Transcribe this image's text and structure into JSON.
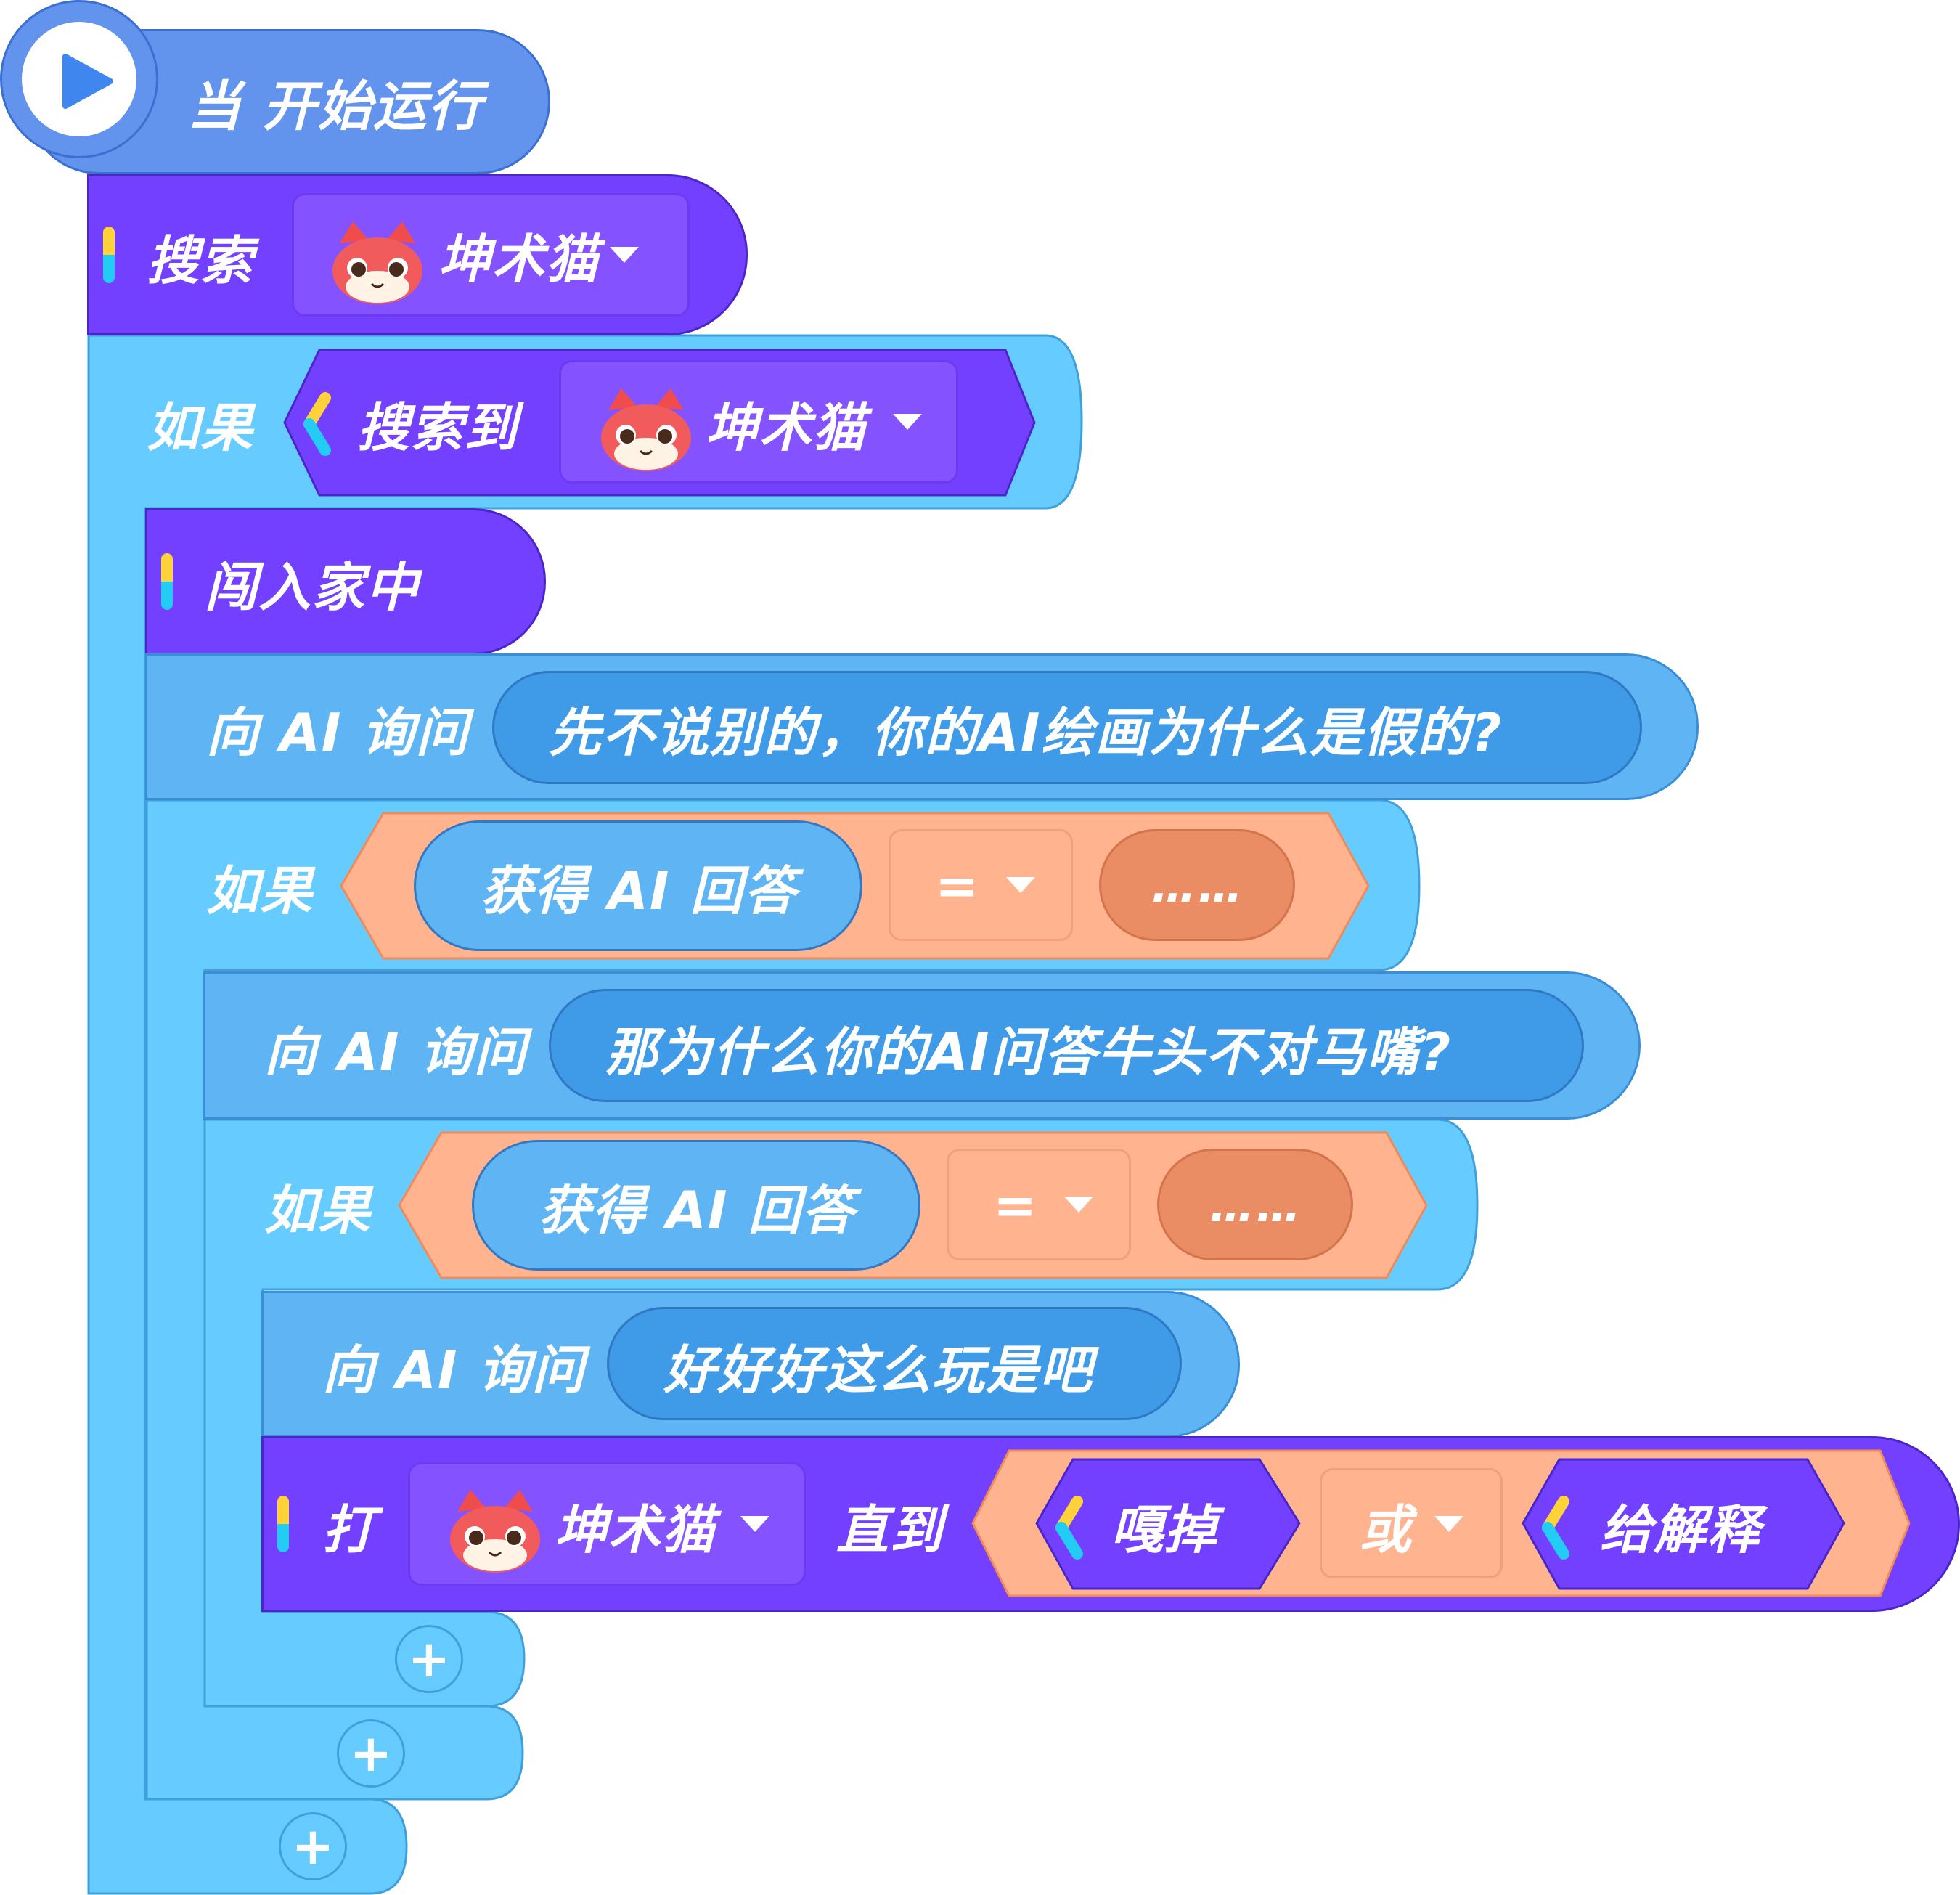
{
  "event_block": {
    "label": "当 开始运行",
    "icon": "play-icon"
  },
  "search_block": {
    "label": "搜索",
    "target": "坤术猫"
  },
  "if1": {
    "label": "如果",
    "condition_label": "搜索到",
    "target": "坤术猫"
  },
  "enter_block": {
    "label": "闯入家中"
  },
  "ask1": {
    "label": "向 AI 询问",
    "question": "先不说别的，你的AI绘画为什么是假的?"
  },
  "if2": {
    "label": "如果",
    "left": "获得 AI 回答",
    "operator": "=",
    "right": "……"
  },
  "ask2": {
    "label": "向 AI 询问",
    "question": "那为什么你的AI问答牛头不对马嘴?"
  },
  "if3": {
    "label": "如果",
    "left": "获得 AI 回答",
    "operator": "=",
    "right": "……"
  },
  "ask3": {
    "label": "向 AI 询问",
    "question": "好好好这么玩是吧"
  },
  "hit_block": {
    "label": "打",
    "target": "坤术猫",
    "until_label": "直到",
    "cond_a": "嘎掉",
    "logic_operator": "或",
    "cond_b": "给解释"
  },
  "add_buttons": [
    "+",
    "+",
    "+"
  ],
  "colors": {
    "event": "#6294ee",
    "action": "#7440ff",
    "control": "#66ccff",
    "ai": "#5fb4f4",
    "operator": "#ffb48f",
    "pen_stripe_top": "#ffd23a",
    "pen_stripe_bottom": "#22ccf5"
  }
}
